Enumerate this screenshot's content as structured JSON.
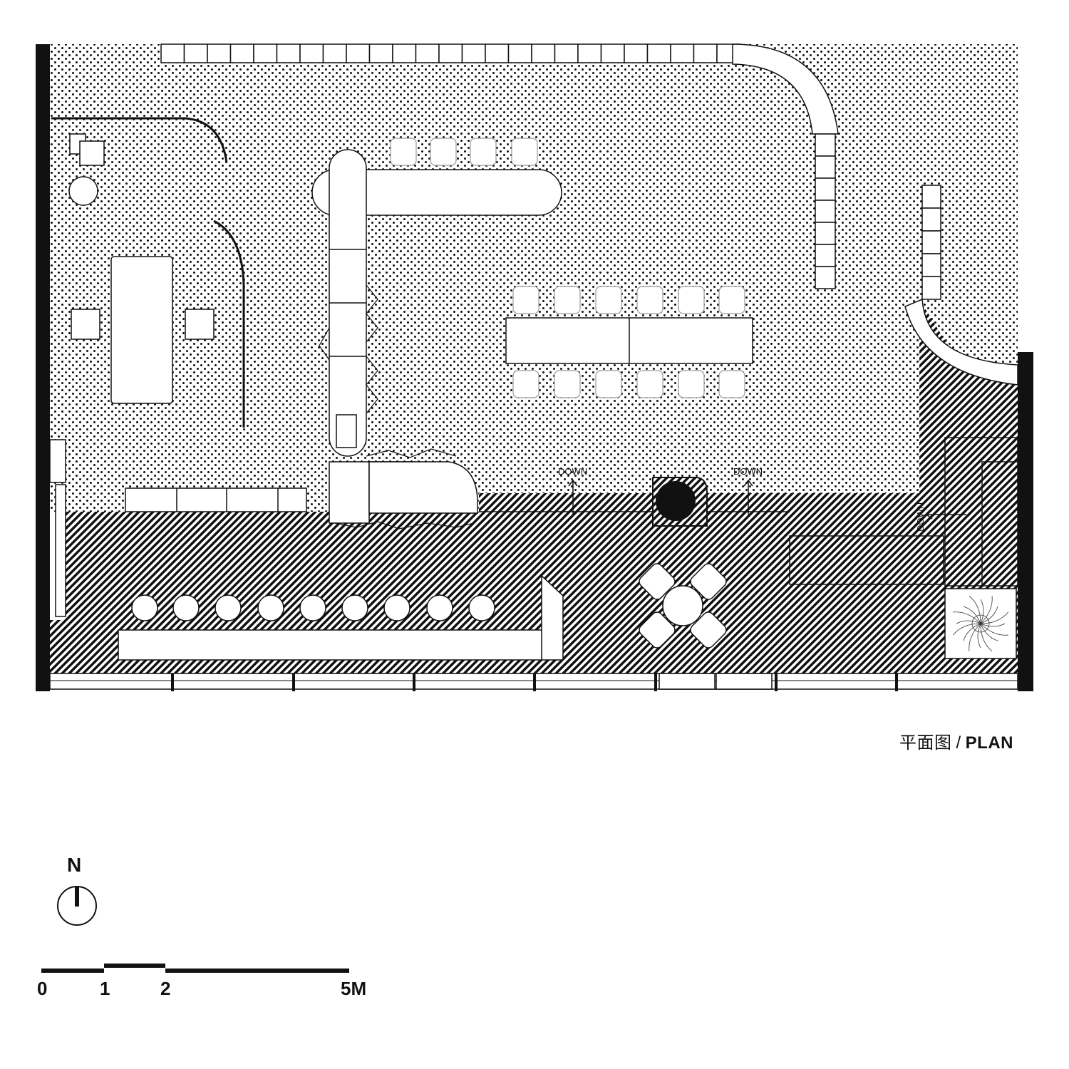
{
  "drawing": {
    "title_cn": "平面图",
    "title_sep": "/",
    "title_en": "PLAN",
    "north_label": "N",
    "stair_labels": [
      "DOWN",
      "DOWN",
      "DOWN"
    ],
    "scale_labels": [
      "0",
      "1",
      "2",
      "5M"
    ]
  },
  "colors": {
    "ink": "#111111",
    "paper": "#ffffff",
    "dot_pattern": "#111111",
    "hatch_pattern": "#111111"
  },
  "icons": {
    "north_arrow": "north-arrow-icon",
    "stair_arrow": "arrow-icon",
    "plant": "plant-icon"
  }
}
